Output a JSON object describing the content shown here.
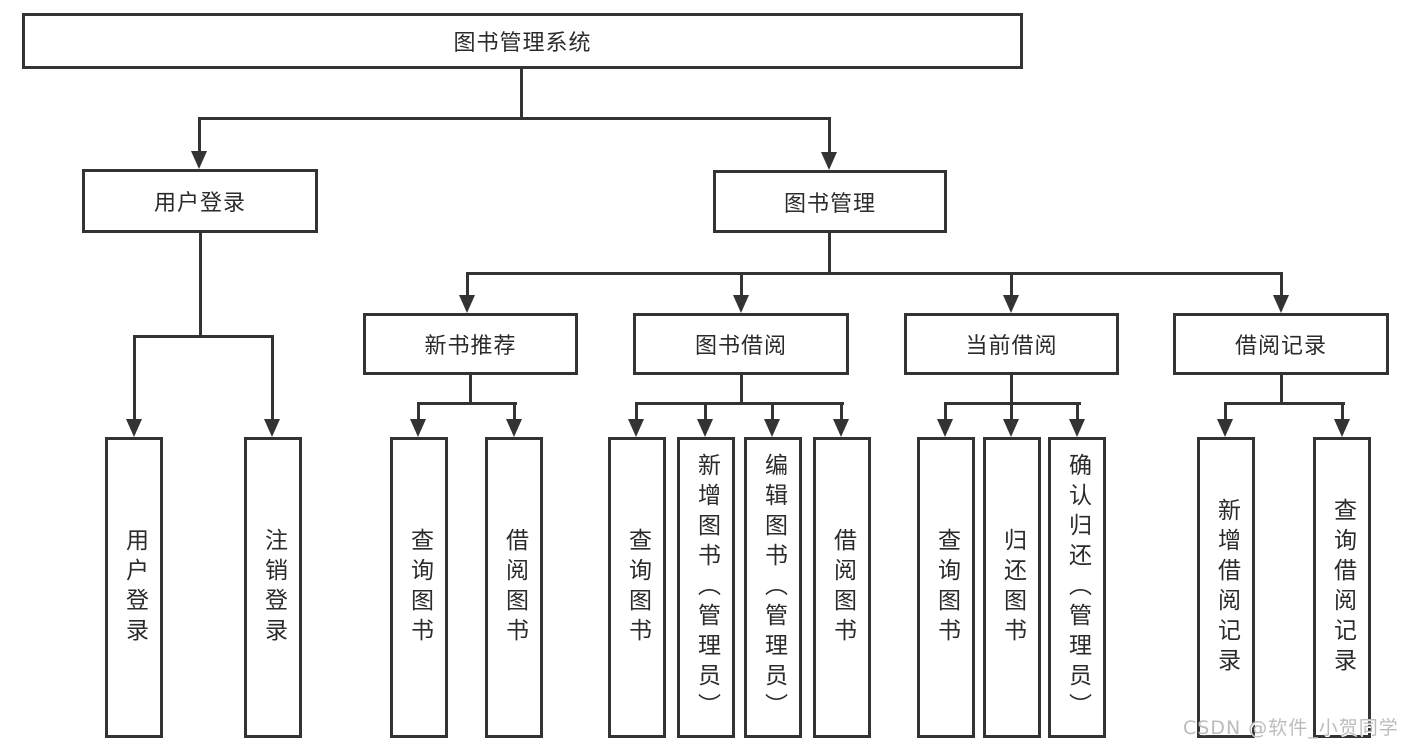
{
  "diagram": {
    "title": "图书管理系统",
    "watermark": "CSDN @软件_小贺同学",
    "colors": {
      "line": "#333333",
      "text": "#2b2b2b",
      "background": "#ffffff",
      "watermark": "#bcbcbc"
    },
    "tree": {
      "label": "图书管理系统",
      "children": [
        {
          "label": "用户登录",
          "children": [
            {
              "label": "用户登录"
            },
            {
              "label": "注销登录"
            }
          ]
        },
        {
          "label": "图书管理",
          "children": [
            {
              "label": "新书推荐",
              "children": [
                {
                  "label": "查询图书"
                },
                {
                  "label": "借阅图书"
                }
              ]
            },
            {
              "label": "图书借阅",
              "children": [
                {
                  "label": "查询图书"
                },
                {
                  "label": "新增图书（管理员）"
                },
                {
                  "label": "编辑图书（管理员）"
                },
                {
                  "label": "借阅图书"
                }
              ]
            },
            {
              "label": "当前借阅",
              "children": [
                {
                  "label": "查询图书"
                },
                {
                  "label": "归还图书"
                },
                {
                  "label": "确认归还（管理员）"
                }
              ]
            },
            {
              "label": "借阅记录",
              "children": [
                {
                  "label": "新增借阅记录"
                },
                {
                  "label": "查询借阅记录"
                }
              ]
            }
          ]
        }
      ]
    }
  }
}
